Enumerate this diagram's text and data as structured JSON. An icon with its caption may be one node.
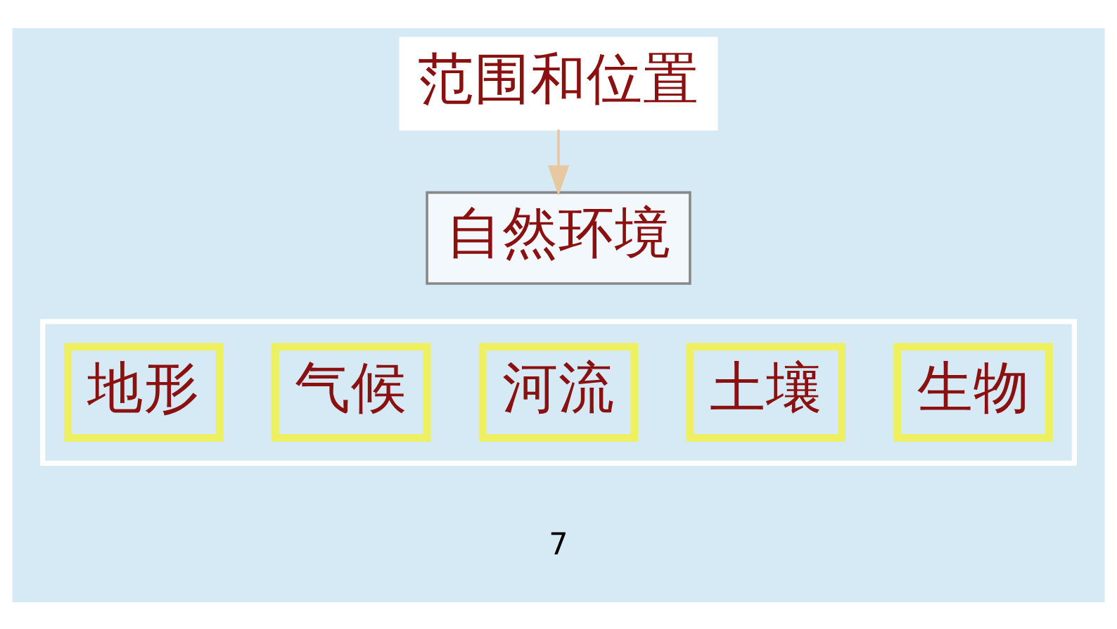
{
  "diagram": {
    "nodes": [
      {
        "text": [
          "范围和位置"
        ]
      },
      {
        "text": [
          "自然环境"
        ]
      },
      {
        "text": [],
        "shape": "box"
      },
      {
        "text": [
          "地形"
        ],
        "in": 2
      },
      {
        "text": [
          "气候"
        ],
        "in": 2
      },
      {
        "text": [
          "河流"
        ],
        "in": 2
      },
      {
        "text": [
          "土壤"
        ],
        "in": 2
      },
      {
        "text": [
          "生物"
        ],
        "in": 2
      }
    ],
    "edges": [
      {
        "from": 0,
        "to": 1,
        "arrow": "to"
      }
    ],
    "labels": [
      "7"
    ]
  }
}
